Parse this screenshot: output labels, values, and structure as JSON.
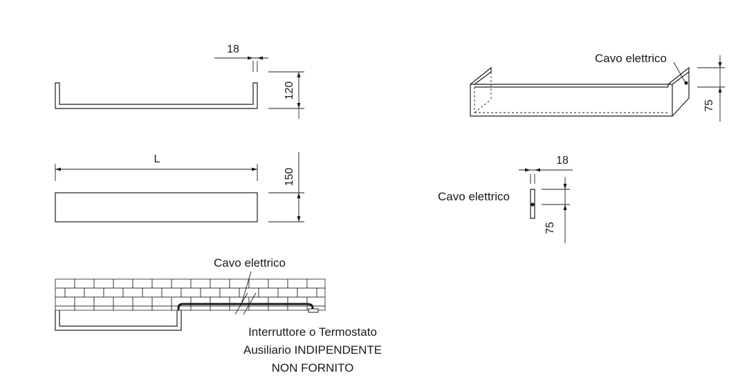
{
  "labels": {
    "cable": "Cavo elettrico",
    "switch_line1": "Interruttore o Termostato",
    "switch_line2": "Ausiliario INDIPENDENTE",
    "switch_line3": "NON FORNITO"
  },
  "dimensions": {
    "thickness": "18",
    "height_top": "120",
    "length": "L",
    "depth_front": "150",
    "depth_right": "75",
    "thickness_right": "18",
    "depth_right_section": "75"
  }
}
